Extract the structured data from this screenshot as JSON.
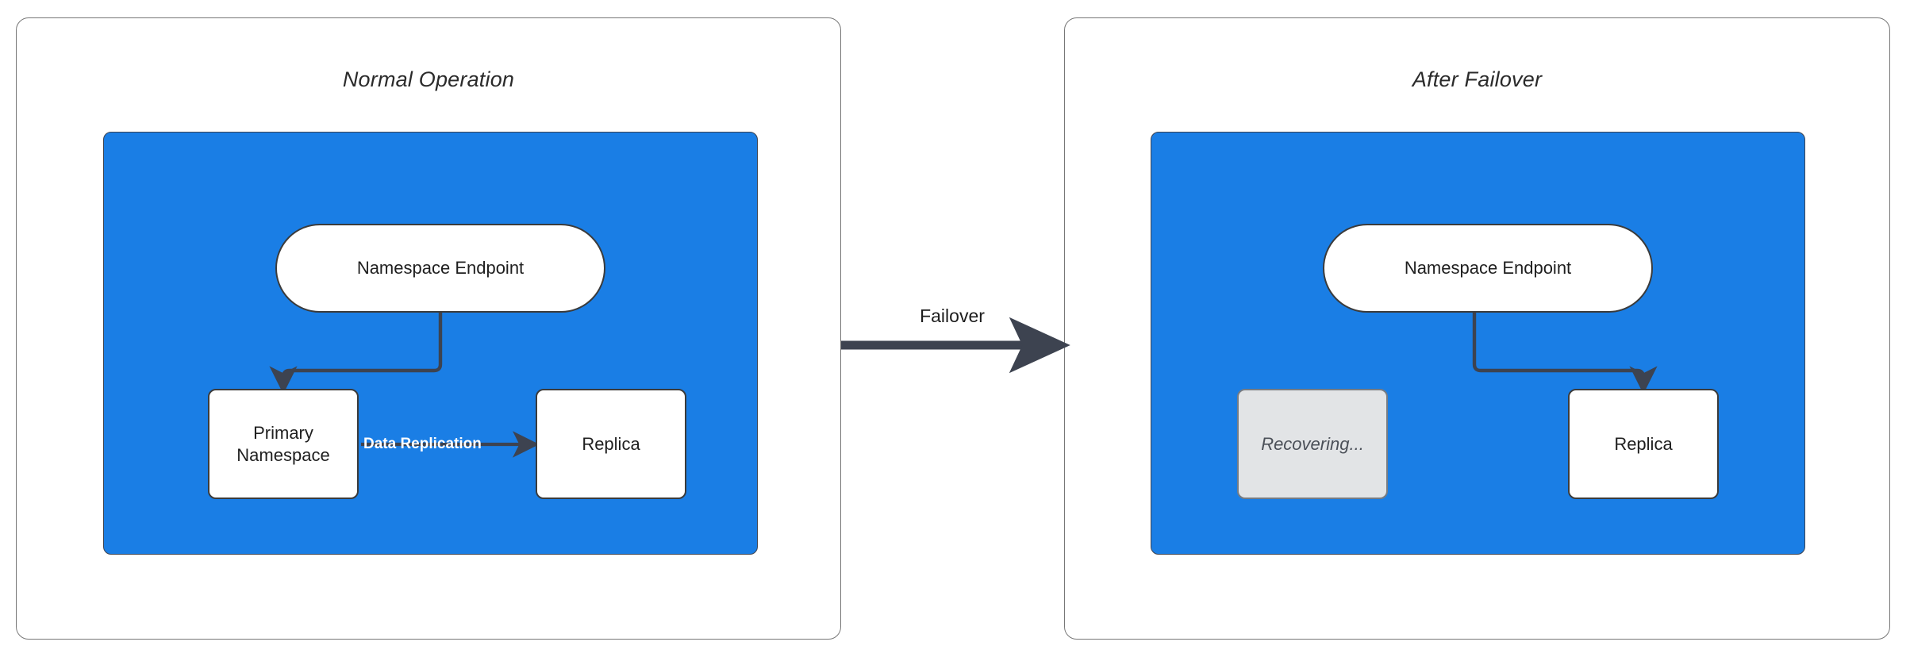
{
  "diagram": {
    "title_semantic": "namespace-failover-diagram",
    "colors": {
      "blue_region": "#1a7ee5",
      "node_fill": "#ffffff",
      "node_border": "#3b3b3b",
      "dim_node_fill": "#e2e4e6",
      "connector": "#3d4350",
      "edge_label_text": "#ffffff",
      "panel_border": "#777777"
    }
  },
  "panels": [
    {
      "id": "normal-operation",
      "title": "Normal Operation",
      "nodes": {
        "endpoint": "Namespace Endpoint",
        "primary": "Primary Namespace",
        "replica": "Replica"
      },
      "edges": [
        {
          "from": "endpoint",
          "to": "primary",
          "label": ""
        },
        {
          "from": "primary",
          "to": "replica",
          "label": "Data Replication"
        }
      ]
    },
    {
      "id": "after-failover",
      "title": "After Failover",
      "nodes": {
        "endpoint": "Namespace Endpoint",
        "primary": "Recovering...",
        "replica": "Replica"
      },
      "edges": [
        {
          "from": "endpoint",
          "to": "replica",
          "label": ""
        }
      ]
    }
  ],
  "transition": {
    "label": "Failover",
    "direction": "left-to-right"
  }
}
